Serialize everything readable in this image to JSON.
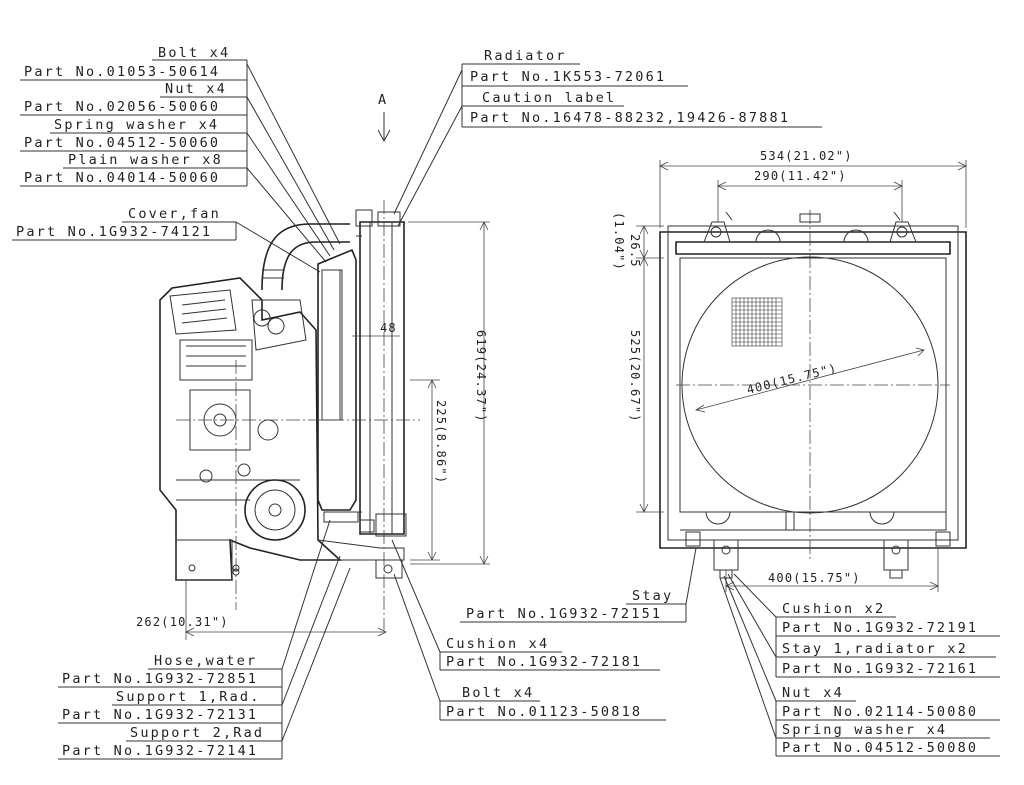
{
  "labels": {
    "bolt_x4_top": "Bolt x4",
    "part_01053": "Part No.01053-50614",
    "nut_x4_top": "Nut x4",
    "part_02056": "Part No.02056-50060",
    "spring_washer_top": "Spring washer x4",
    "part_04512_top": "Part No.04512-50060",
    "plain_washer": "Plain washer x8",
    "part_04014": "Part No.04014-50060",
    "cover_fan": "Cover,fan",
    "part_74121": "Part No.1G932-74121",
    "radiator": "Radiator",
    "part_1k553": "Part No.1K553-72061",
    "caution_label": "Caution label",
    "part_16478": "Part No.16478-88232,19426-87881",
    "hose_water": "Hose,water",
    "part_72851": "Part No.1G932-72851",
    "support_1": "Support 1,Rad.",
    "part_72131": "Part No.1G932-72131",
    "support_2": "Support 2,Rad",
    "part_72141": "Part No.1G932-72141",
    "cushion_x4": "Cushion x4",
    "part_72181": "Part No.1G932-72181",
    "bolt_x4_bottom": "Bolt x4",
    "part_01123": "Part No.01123-50818",
    "stay": "Stay",
    "part_72151": "Part No.1G932-72151",
    "cushion_x2": "Cushion x2",
    "part_72191": "Part No.1G932-72191",
    "stay_radiator": "Stay 1,radiator x2",
    "part_72161": "Part No.1G932-72161",
    "nut_x4_bottom": "Nut x4",
    "part_02114": "Part No.02114-50080",
    "spring_washer_bottom": "Spring washer x4",
    "part_04512_bottom": "Part No.04512-50080",
    "view_arrow": "A"
  },
  "dimensions": {
    "width_534": "534(21.02\")",
    "width_290": "290(11.42\")",
    "top_26_5": "26.5",
    "top_1_04": "(1.04\")",
    "core_525": "525(20.67\")",
    "fan_400": "400(15.75\")",
    "bottom_400": "400(15.75\")",
    "height_619": "619(24.37\")",
    "height_225": "225(8.86\")",
    "gap_48": "48",
    "depth_262": "262(10.31\")"
  }
}
